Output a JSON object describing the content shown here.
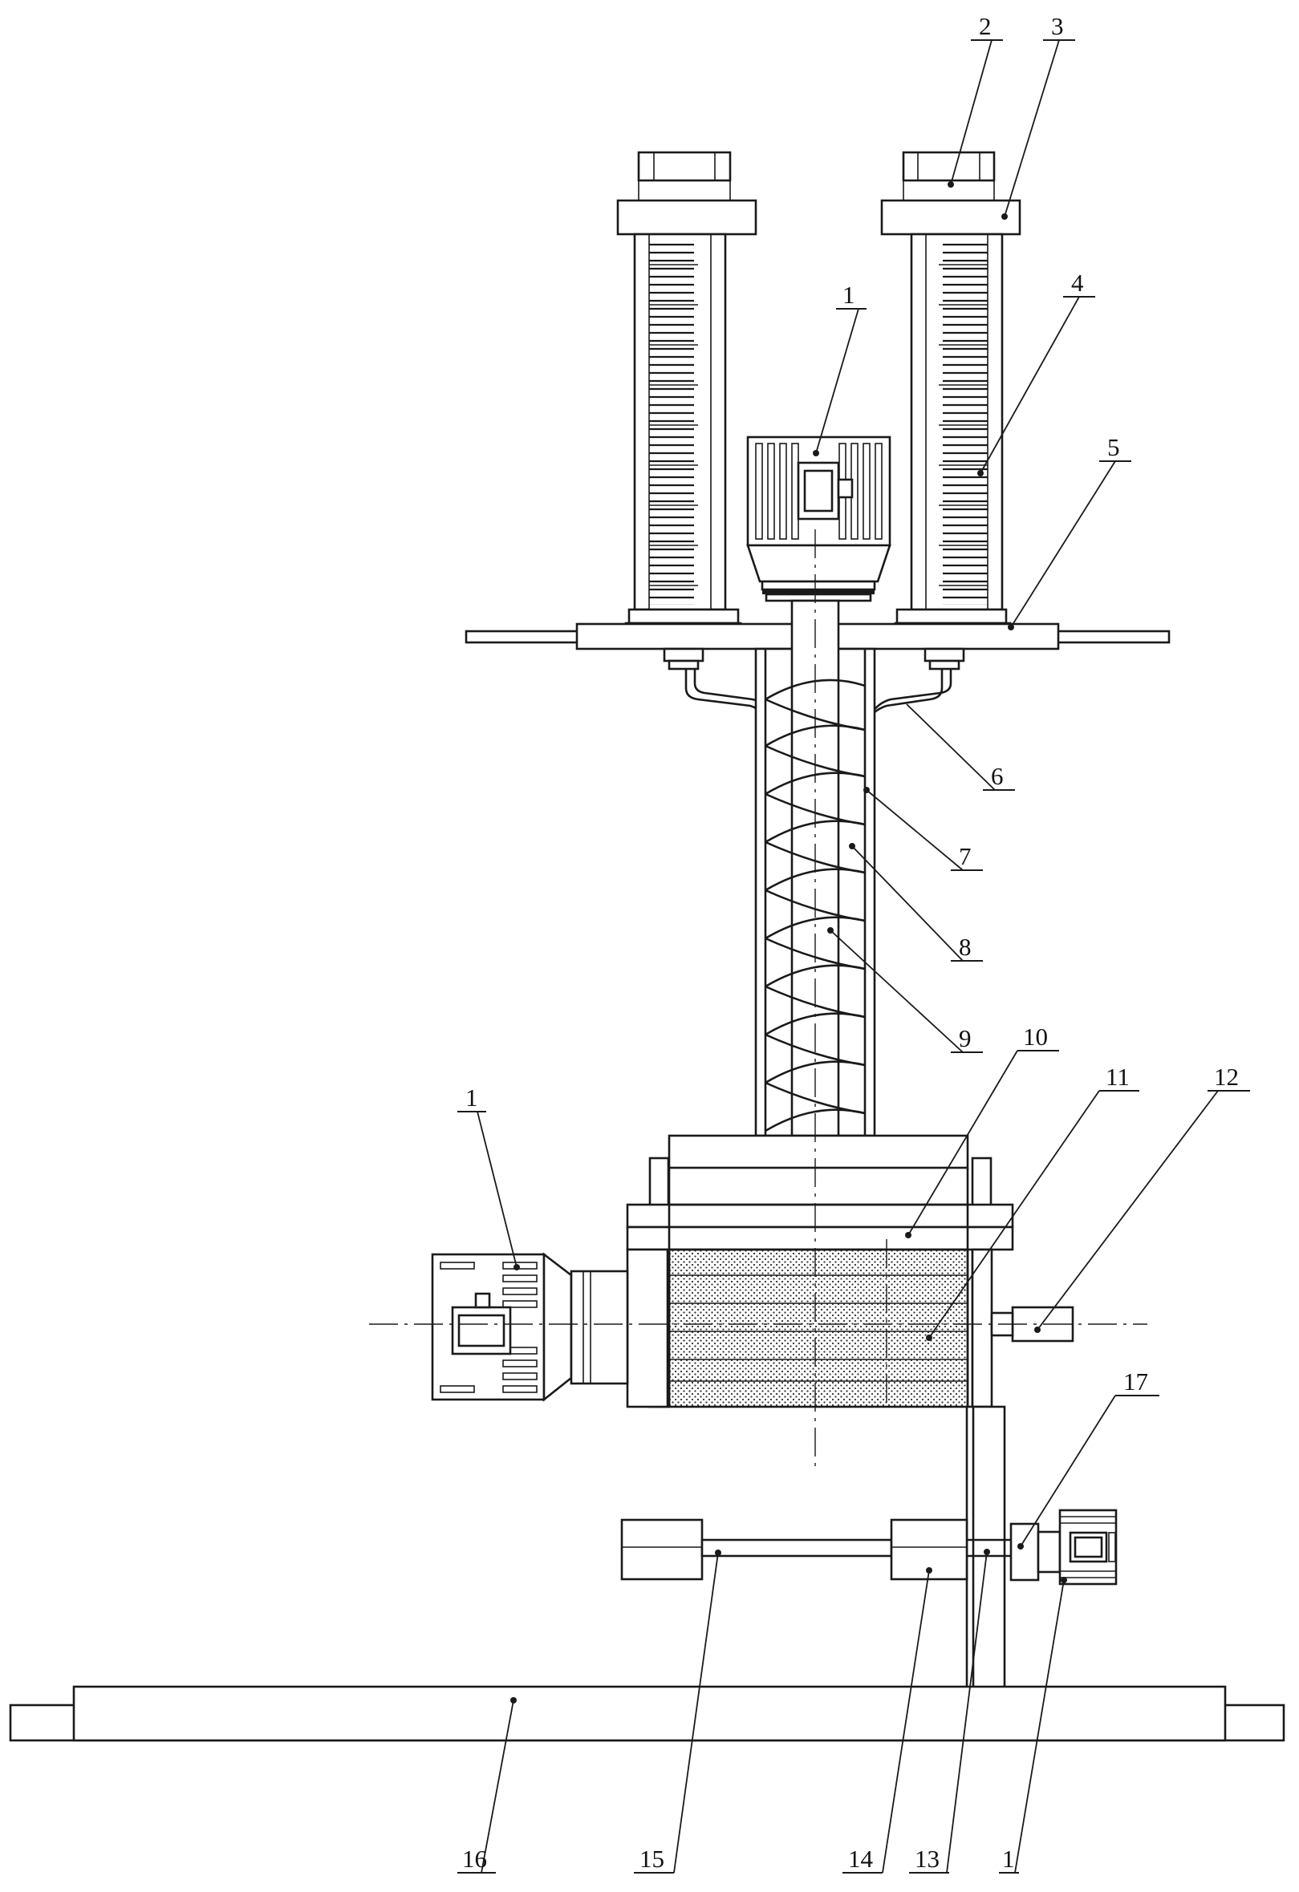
{
  "labels": {
    "motor_top": "1",
    "nut": "2",
    "flange": "3",
    "scale": "4",
    "plate": "5",
    "pipe": "6",
    "tube": "7",
    "spiral": "8",
    "shaft": "9",
    "upper_block": "10",
    "drum": "11",
    "right_shaft": "12",
    "upright": "13",
    "slider": "14",
    "rail": "15",
    "base": "16",
    "coupling": "17",
    "motor_left": "1",
    "motor_bottom": "1"
  }
}
